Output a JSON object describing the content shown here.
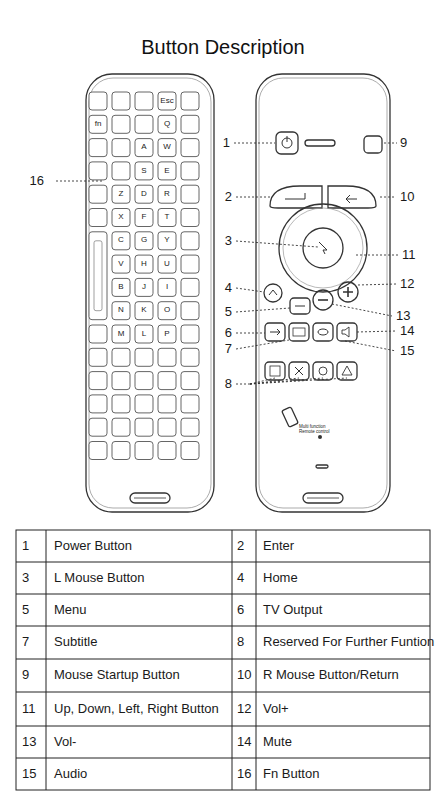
{
  "diagram": {
    "title": "Button Description",
    "labels": [
      "16",
      "1",
      "9",
      "2",
      "10",
      "3",
      "11",
      "4",
      "12",
      "5",
      "13",
      "6",
      "14",
      "7",
      "15",
      "8",
      "Esc",
      "fn",
      "Q",
      "W",
      "E",
      "R",
      "T",
      "Y",
      "U",
      "I",
      "O",
      "P",
      "A",
      "S",
      "D",
      "F",
      "G",
      "H",
      "J",
      "K",
      "L",
      "Z",
      "X",
      "C",
      "V",
      "B",
      "N",
      "M",
      "Multi function Remote control",
      "1",
      "Power Button",
      "2",
      "Enter",
      "3",
      "L Mouse Button",
      "4",
      "Home",
      "5",
      "Menu",
      "6",
      "TV Output",
      "7",
      "Subtitle",
      "8",
      "Reserved For Further Funtion",
      "9",
      "Mouse Startup Button",
      "10",
      "R Mouse Button/Return",
      "11",
      "Up, Down, Left, Right Button",
      "12",
      "Vol+",
      "13",
      "Vol-",
      "14",
      "Mute",
      "15",
      "Audio",
      "16",
      "Fn Button"
    ]
  }
}
